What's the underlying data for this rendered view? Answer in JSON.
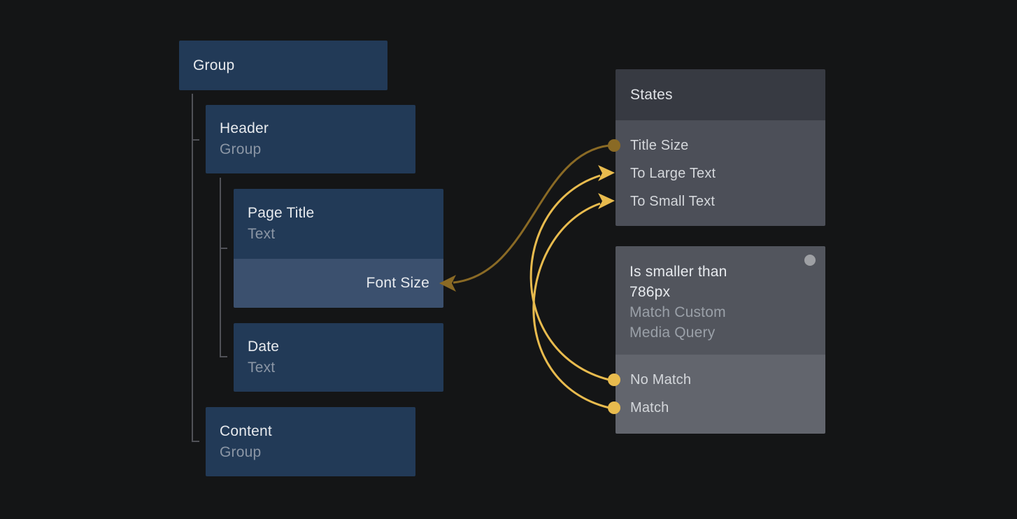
{
  "tree": {
    "group": {
      "title": "Group"
    },
    "header": {
      "title": "Header",
      "subtitle": "Group"
    },
    "page_title": {
      "title": "Page Title",
      "subtitle": "Text"
    },
    "font_size": {
      "label": "Font Size"
    },
    "date": {
      "title": "Date",
      "subtitle": "Text"
    },
    "content": {
      "title": "Content",
      "subtitle": "Group"
    }
  },
  "states_panel": {
    "title": "States",
    "items": [
      "Title Size",
      "To Large Text",
      "To Small Text"
    ]
  },
  "media_panel": {
    "title": "Is smaller than 786px",
    "subtitle": "Match Custom Media Query",
    "items": [
      "No Match",
      "Match"
    ]
  },
  "connections": [
    {
      "from": "Title Size",
      "to": "Font Size",
      "color": "#8a6a25"
    },
    {
      "from": "No Match",
      "to": "To Large Text",
      "color": "#e8bb4e"
    },
    {
      "from": "Match",
      "to": "To Small Text",
      "color": "#e8bb4e"
    }
  ],
  "colors": {
    "background": "#141516",
    "node_blue": "#223a57",
    "node_blue_light": "#3b506e",
    "states_header": "#373a42",
    "states_body": "#4c4f58",
    "media_header": "#52555d",
    "media_body": "#62656d",
    "gold_dark": "#8a6a25",
    "gold_bright": "#e8bb4e",
    "port_gray": "#9ea0a4",
    "tree_line": "#505157"
  }
}
